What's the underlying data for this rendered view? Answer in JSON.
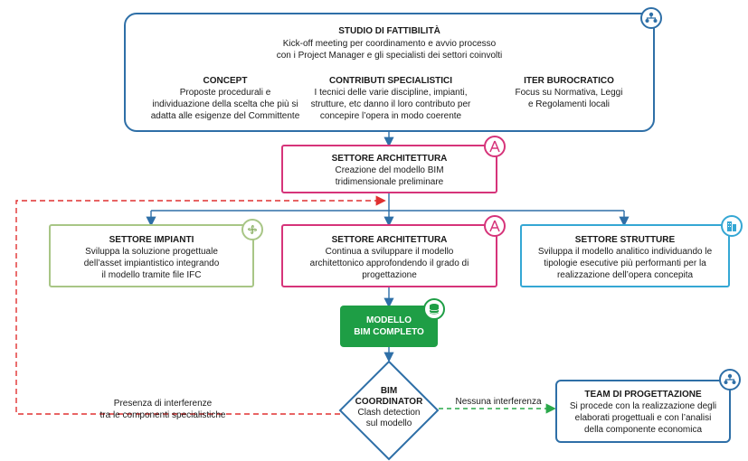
{
  "studio": {
    "title": "STUDIO DI FATTIBILITÀ",
    "line1": "Kick-off meeting per coordinamento e avvio processo",
    "line2": "con i Project Manager e gli specialisti dei settori coinvolti",
    "concept": {
      "title": "CONCEPT",
      "lines": [
        "Proposte procedurali e",
        "individuazione della scelta che più si",
        "adatta alle esigenze del Committente"
      ]
    },
    "contributi": {
      "title": "CONTRIBUTI SPECIALISTICI",
      "lines": [
        "I tecnici delle varie discipline, impianti,",
        "strutture, etc danno il loro contributo per",
        "concepire l’opera in modo coerente"
      ]
    },
    "iter": {
      "title": "ITER BUROCRATICO",
      "lines": [
        "Focus su Normativa, Leggi",
        "e Regolamenti locali"
      ]
    }
  },
  "arch1": {
    "title": "SETTORE ARCHITETTURA",
    "lines": [
      "Creazione del modello BIM",
      "tridimensionale preliminare"
    ]
  },
  "impianti": {
    "title": "SETTORE IMPIANTI",
    "lines": [
      "Sviluppa la soluzione progettuale",
      "dell’asset impiantistico integrando",
      "il modello tramite file IFC"
    ]
  },
  "arch2": {
    "title": "SETTORE ARCHITETTURA",
    "lines": [
      "Continua a sviluppare il modello",
      "architettonico approfondendo il grado di",
      "progettazione"
    ]
  },
  "strutture": {
    "title": "SETTORE STRUTTURE",
    "lines": [
      "Sviluppa il modello analitico individuando le",
      "tipologie esecutive più performanti per la",
      "realizzazione dell’opera concepita"
    ]
  },
  "modello": {
    "lines": [
      "MODELLO",
      "BIM COMPLETO"
    ]
  },
  "bim": {
    "title_lines": [
      "BIM",
      "COORDINATOR"
    ],
    "lines": [
      "Clash detection",
      "sul modello"
    ]
  },
  "team": {
    "title": "TEAM DI PROGETTAZIONE",
    "lines": [
      "Si procede con la realizzazione degli",
      "elaborati progettuali e con l’analisi",
      "della componente economica"
    ]
  },
  "labels": {
    "interferenze": [
      "Presenza di interferenze",
      "tra le componenti specialistiche"
    ],
    "nessuna": "Nessuna interferenza"
  },
  "colors": {
    "blue": "#2e6fa7",
    "pink": "#d6347a",
    "green_light": "#a8c686",
    "cyan": "#35a7d4",
    "green_dark": "#1e9e45",
    "red_dashed": "#e03030",
    "green_dashed": "#2aa84a"
  },
  "icons": {
    "studio": "people-network-icon",
    "arch": "architecture-compass-icon",
    "impianti": "fan-icon",
    "strutture": "building-icon",
    "modello": "database-icon",
    "team": "people-network-icon"
  }
}
